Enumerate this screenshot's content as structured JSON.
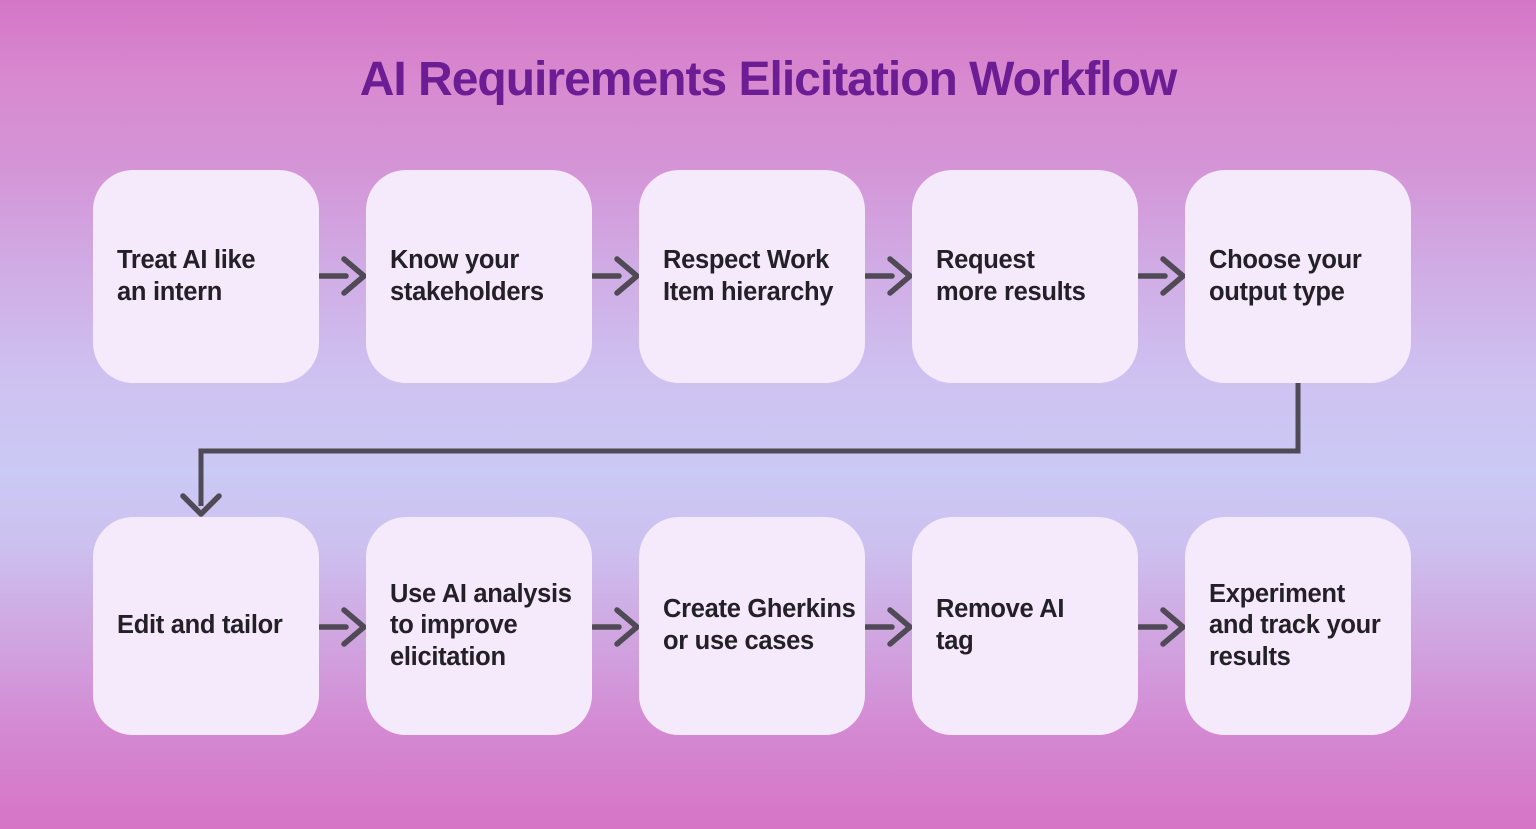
{
  "title": "AI Requirements Elicitation Workflow",
  "colors": {
    "background_top": "#d476c6",
    "background_middle": "#cbc9f5",
    "background_bottom": "#d674c6",
    "title_text": "#6c1d93",
    "box_fill": "#f4eafb",
    "box_text": "#232028",
    "arrow": "#4f4a55"
  },
  "flow": {
    "row1": [
      {
        "label": "Treat AI like\nan intern"
      },
      {
        "label": "Know your\nstakeholders"
      },
      {
        "label": "Respect Work\nItem hierarchy"
      },
      {
        "label": "Request\nmore results"
      },
      {
        "label": "Choose your\noutput type"
      }
    ],
    "row2": [
      {
        "label": "Edit and tailor"
      },
      {
        "label": "Use AI analysis\nto improve\nelicitation"
      },
      {
        "label": "Create Gherkins\nor use cases"
      },
      {
        "label": "Remove AI\ntag"
      },
      {
        "label": "Experiment\nand track your\nresults"
      }
    ]
  }
}
